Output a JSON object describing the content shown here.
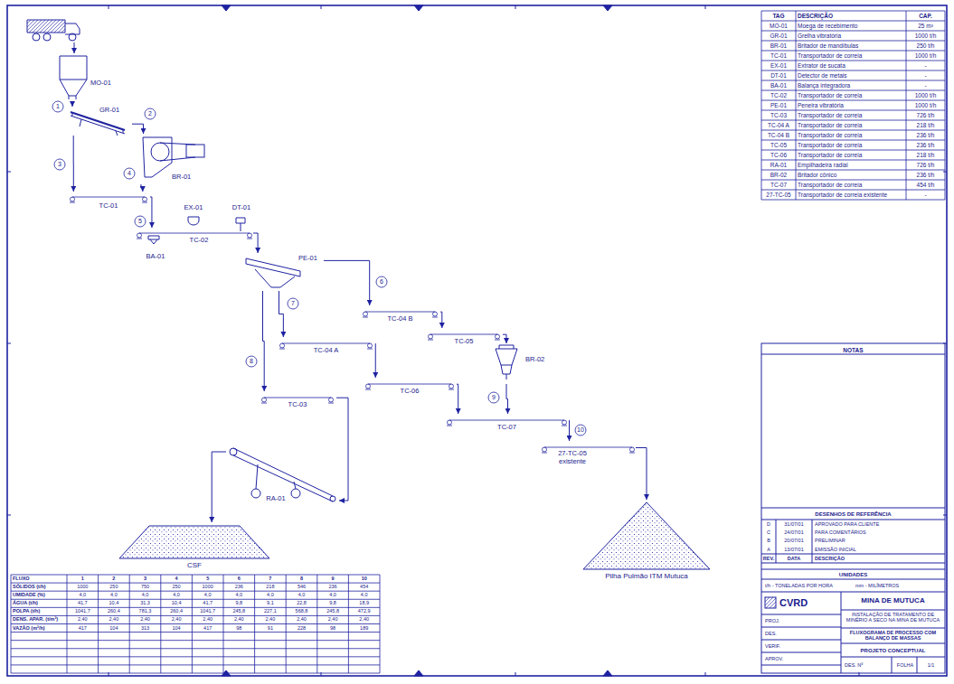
{
  "diagram": {
    "nodes": [
      {
        "text": [
          "MO-01"
        ]
      },
      {
        "text": [
          "GR-01"
        ]
      },
      {
        "text": [
          "BR-01"
        ]
      },
      {
        "text": [
          "TC-01"
        ]
      },
      {
        "text": [
          "EX-01"
        ]
      },
      {
        "text": [
          "DT-01"
        ]
      },
      {
        "text": [
          "BA-01"
        ]
      },
      {
        "text": [
          "TC-02"
        ]
      },
      {
        "text": [
          "PE-01"
        ]
      },
      {
        "text": [
          "TC-04 B"
        ]
      },
      {
        "text": [
          "TC-05"
        ]
      },
      {
        "text": [
          "BR-02"
        ]
      },
      {
        "text": [
          "TC-04 A"
        ]
      },
      {
        "text": [
          "TC-06"
        ]
      },
      {
        "text": [
          "TC-03"
        ]
      },
      {
        "text": [
          "TC-07"
        ]
      },
      {
        "text": [
          "27-TC-05 existente"
        ]
      },
      {
        "text": [
          "RA-01"
        ]
      },
      {
        "text": [
          "CSF"
        ]
      },
      {
        "text": [
          "Pilha Pulmão ITM Mutuca"
        ]
      }
    ],
    "edges": [
      {
        "from": 0,
        "to": 1,
        "arrow": "to"
      },
      {
        "from": 1,
        "to": 2,
        "arrow": "to"
      },
      {
        "from": 1,
        "to": 3,
        "arrow": "to"
      },
      {
        "from": 2,
        "to": 3,
        "arrow": "to"
      },
      {
        "from": 3,
        "to": 7,
        "arrow": "to"
      },
      {
        "from": 7,
        "to": 8,
        "arrow": "to"
      },
      {
        "from": 8,
        "to": 9,
        "arrow": "to"
      },
      {
        "from": 9,
        "to": 10,
        "arrow": "to"
      },
      {
        "from": 10,
        "to": 11,
        "arrow": "to"
      },
      {
        "from": 8,
        "to": 12,
        "arrow": "to"
      },
      {
        "from": 12,
        "to": 13,
        "arrow": "to"
      },
      {
        "from": 8,
        "to": 14,
        "arrow": "to"
      },
      {
        "from": 11,
        "to": 15,
        "arrow": "to"
      },
      {
        "from": 13,
        "to": 15,
        "arrow": "to"
      },
      {
        "from": 15,
        "to": 16,
        "arrow": "to"
      },
      {
        "from": 16,
        "to": 19,
        "arrow": "to"
      },
      {
        "from": 14,
        "to": 17,
        "arrow": "to"
      },
      {
        "from": 17,
        "to": 18,
        "arrow": "to"
      }
    ],
    "labels": [
      "1",
      "2",
      "3",
      "4",
      "5",
      "6",
      "7",
      "8",
      "9",
      "10",
      "TAG",
      "DESCRIÇÃO",
      "CAP.",
      "MO-01",
      "Moega de recebimento",
      "25 m³",
      "GR-01",
      "Grelha vibratória",
      "1000 t/h",
      "BR-01",
      "Britador de mandíbulas",
      "250 t/h",
      "TC-01",
      "Transportador de correia",
      "1000 t/h",
      "EX-01",
      "Extrator de sucata",
      "-",
      "DT-01",
      "Detector de metais",
      "-",
      "BA-01",
      "Balança integradora",
      "-",
      "TC-02",
      "Transportador de correia",
      "1000 t/h",
      "PE-01",
      "Peneira vibratória",
      "1000 t/h",
      "TC-03",
      "Transportador de correia",
      "726 t/h",
      "TC-04 A",
      "Transportador de correia",
      "218 t/h",
      "TC-04 B",
      "Transportador de correia",
      "236 t/h",
      "TC-05",
      "Transportador de correia",
      "236 t/h",
      "TC-06",
      "Transportador de correia",
      "218 t/h",
      "RA-01",
      "Empilhadeira radial",
      "726 t/h",
      "BR-02",
      "Britador cônico",
      "236 t/h",
      "TC-07",
      "Transportador de correia",
      "454 t/h",
      "27-TC-05",
      "Transportador de correia existente",
      "-",
      "NOTAS",
      "DESENHOS DE REFERÊNCIA",
      "D",
      "31/07/01",
      "APROVADO PARA CLIENTE",
      "C",
      "24/07/01",
      "PARA COMENTÁRIOS",
      "B",
      "20/07/01",
      "PRELIMINAR",
      "A",
      "13/07/01",
      "EMISSÃO INICIAL",
      "REV.",
      "DATA",
      "DESCRIÇÃO",
      "UNIDADES",
      "t/h - TONELADAS POR HORA",
      "mm - MILÍMETROS",
      "CVRD",
      "PROJ.",
      "DES.",
      "VERIF.",
      "APROV.",
      "MINA DE MUTUCA",
      "INSTALAÇÃO DE TRATAMENTO DE MINÉRIO A SECO NA MINA DE MUTUCA",
      "FLUXOGRAMA DE PROCESSO COM BALANÇO DE MASSAS",
      "PROJETO CONCEPTUAL",
      "DES. Nº",
      "FOLHA",
      "1/1",
      "FLUXO",
      "1",
      "2",
      "3",
      "4",
      "5",
      "6",
      "7",
      "8",
      "9",
      "10",
      "SÓLIDOS (t/h)",
      "1000",
      "250",
      "750",
      "250",
      "1000",
      "236",
      "218",
      "546",
      "236",
      "454",
      "UMIDADE (%)",
      "4,0",
      "4,0",
      "4,0",
      "4,0",
      "4,0",
      "4,0",
      "4,0",
      "4,0",
      "4,0",
      "4,0",
      "ÁGUA (t/h)",
      "41,7",
      "10,4",
      "31,3",
      "10,4",
      "41,7",
      "9,8",
      "9,1",
      "22,8",
      "9,8",
      "18,9",
      "POLPA (t/h)",
      "1041,7",
      "260,4",
      "781,3",
      "260,4",
      "1041,7",
      "245,8",
      "227,1",
      "568,8",
      "245,8",
      "472,9",
      "DENS. APAR. (t/m³)",
      "2,40",
      "2,40",
      "2,40",
      "2,40",
      "2,40",
      "2,40",
      "2,40",
      "2,40",
      "2,40",
      "2,40",
      "VAZÃO (m³/h)",
      "417",
      "104",
      "313",
      "104",
      "417",
      "98",
      "91",
      "228",
      "98",
      "189"
    ]
  }
}
